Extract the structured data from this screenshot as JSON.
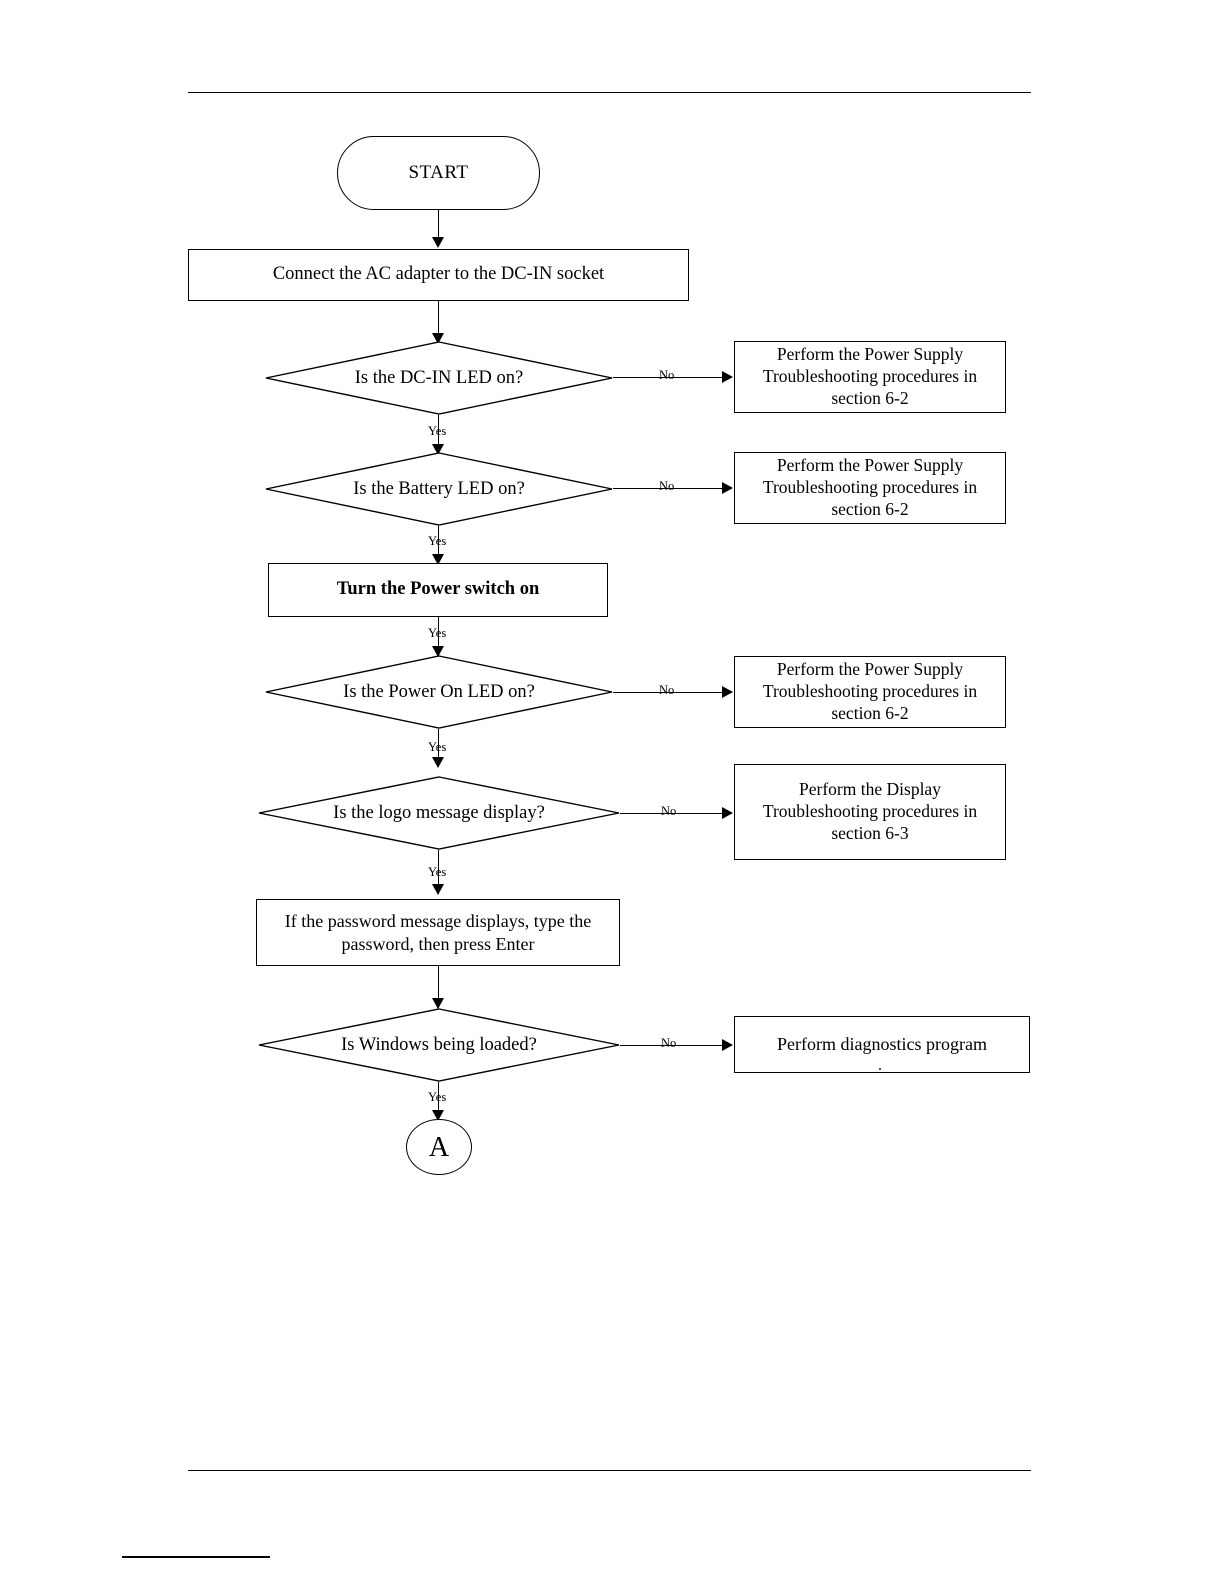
{
  "document": {
    "title": "Power Failure Troubleshooting Flowchart",
    "rules": {
      "top": true,
      "bottom": true,
      "footer": true
    }
  },
  "flowchart": {
    "type": "flowchart",
    "nodes": [
      {
        "id": "start",
        "shape": "terminal",
        "label": "START"
      },
      {
        "id": "connect_ac",
        "shape": "process",
        "label": "Connect the AC adapter to the DC-IN socket"
      },
      {
        "id": "dcin_led",
        "shape": "decision",
        "label": "Is the DC-IN LED on?"
      },
      {
        "id": "ps_1",
        "shape": "process",
        "label": "Perform the Power Supply Troubleshooting procedures in section 6-2"
      },
      {
        "id": "battery_led",
        "shape": "decision",
        "label": "Is the Battery LED on?"
      },
      {
        "id": "ps_2",
        "shape": "process",
        "label": "Perform the Power Supply Troubleshooting procedures in section 6-2"
      },
      {
        "id": "power_switch",
        "shape": "process",
        "label": "Turn the Power switch on"
      },
      {
        "id": "power_on_led",
        "shape": "decision",
        "label": "Is the Power On LED on?"
      },
      {
        "id": "ps_3",
        "shape": "process",
        "label": "Perform the Power Supply Troubleshooting procedures in section 6-2"
      },
      {
        "id": "logo_message",
        "shape": "decision",
        "label": "Is the logo message display?"
      },
      {
        "id": "display_ts",
        "shape": "process",
        "label": "Perform the Display Troubleshooting procedures in section 6-3"
      },
      {
        "id": "password",
        "shape": "process",
        "label": "If the password message displays, type the password, then  press Enter"
      },
      {
        "id": "windows_loaded",
        "shape": "decision",
        "label": "Is Windows being loaded?"
      },
      {
        "id": "diagnostics",
        "shape": "process",
        "label": "Perform diagnostics program"
      },
      {
        "id": "diagnostics_period",
        "shape": "text",
        "label": "."
      },
      {
        "id": "connector_a",
        "shape": "connector",
        "label": "A"
      }
    ],
    "edges": [
      {
        "from": "start",
        "to": "connect_ac",
        "label": ""
      },
      {
        "from": "connect_ac",
        "to": "dcin_led",
        "label": ""
      },
      {
        "from": "dcin_led",
        "to": "ps_1",
        "label": "No"
      },
      {
        "from": "dcin_led",
        "to": "battery_led",
        "label": "Yes"
      },
      {
        "from": "battery_led",
        "to": "ps_2",
        "label": "No"
      },
      {
        "from": "battery_led",
        "to": "power_switch",
        "label": "Yes"
      },
      {
        "from": "power_switch",
        "to": "power_on_led",
        "label": "Yes"
      },
      {
        "from": "power_on_led",
        "to": "ps_3",
        "label": "No"
      },
      {
        "from": "power_on_led",
        "to": "logo_message",
        "label": "Yes"
      },
      {
        "from": "logo_message",
        "to": "display_ts",
        "label": "No"
      },
      {
        "from": "logo_message",
        "to": "password",
        "label": "Yes"
      },
      {
        "from": "password",
        "to": "windows_loaded",
        "label": ""
      },
      {
        "from": "windows_loaded",
        "to": "diagnostics",
        "label": "No"
      },
      {
        "from": "windows_loaded",
        "to": "connector_a",
        "label": "Yes"
      }
    ],
    "edge_labels": {
      "no_1": "No",
      "no_2": "No",
      "no_3": "No",
      "no_4": "No",
      "no_5": "No",
      "yes_1": "Yes",
      "yes_2": "Yes",
      "yes_3": "Yes",
      "yes_4": "Yes",
      "yes_5": "Yes",
      "yes_6": "Yes"
    },
    "colors": {
      "stroke": "#000000",
      "fill": "#ffffff",
      "text": "#000000"
    }
  }
}
